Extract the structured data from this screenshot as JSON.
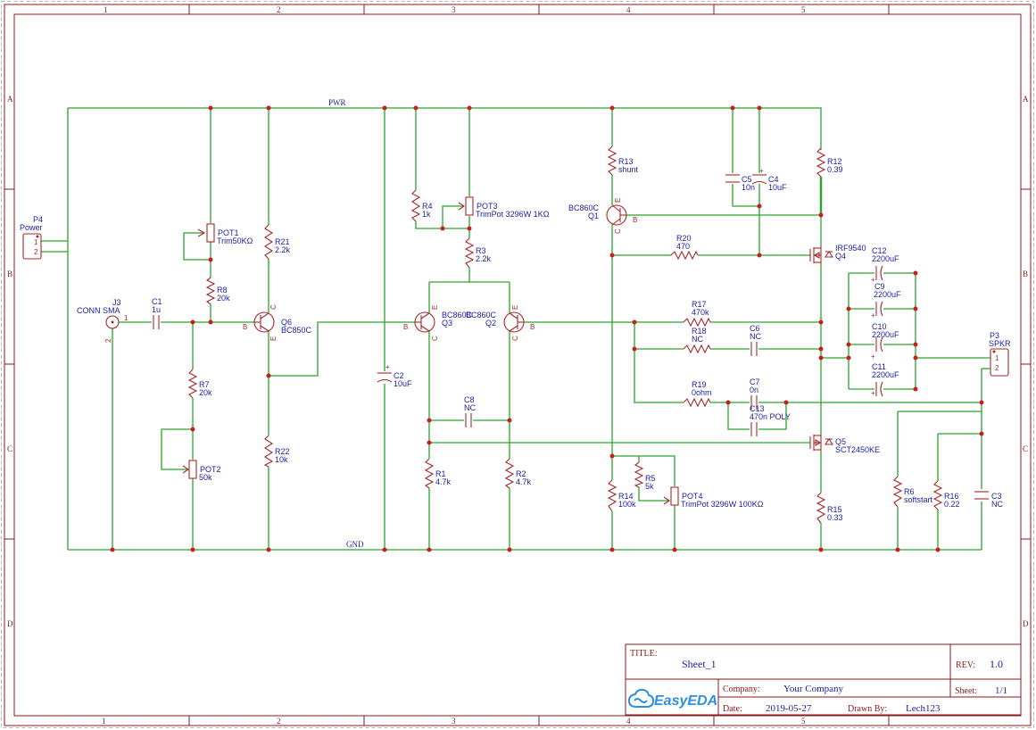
{
  "zones": {
    "cols": [
      "1",
      "2",
      "3",
      "4",
      "5"
    ],
    "rows": [
      "A",
      "B",
      "C",
      "D"
    ]
  },
  "nets": {
    "pwr": "PWR",
    "gnd": "GND"
  },
  "components": {
    "P4": {
      "ref": "P4",
      "value": "Power",
      "pin1": "1",
      "pin2": "2"
    },
    "J3": {
      "ref": "J3",
      "value": "CONN SMA",
      "pin1": "1",
      "pin2": "2"
    },
    "C1": {
      "ref": "C1",
      "value": "1u"
    },
    "POT1": {
      "ref": "POT1",
      "value": "Trim50KΩ"
    },
    "R8": {
      "ref": "R8",
      "value": "20k"
    },
    "R21": {
      "ref": "R21",
      "value": "2.2k"
    },
    "Q6": {
      "ref": "Q6",
      "value": "BC850C",
      "b": "B",
      "c": "C",
      "e": "E"
    },
    "R7": {
      "ref": "R7",
      "value": "20k"
    },
    "POT2": {
      "ref": "POT2",
      "value": "50k"
    },
    "R22": {
      "ref": "R22",
      "value": "10k"
    },
    "C2": {
      "ref": "C2",
      "value": "10uF"
    },
    "R4": {
      "ref": "R4",
      "value": "1k"
    },
    "POT3": {
      "ref": "POT3",
      "value": "TrimPot 3296W 1KΩ"
    },
    "R3": {
      "ref": "R3",
      "value": "2.2k"
    },
    "Q3": {
      "ref": "Q3",
      "value": "BC860C",
      "b": "B",
      "c": "C",
      "e": "E"
    },
    "Q2": {
      "ref": "Q2",
      "value": "BC860C",
      "b": "B",
      "c": "C",
      "e": "E"
    },
    "C8": {
      "ref": "C8",
      "value": "NC"
    },
    "R1": {
      "ref": "R1",
      "value": "4.7k"
    },
    "R2": {
      "ref": "R2",
      "value": "4.7k"
    },
    "R13": {
      "ref": "R13",
      "value": "shunt"
    },
    "Q1": {
      "ref": "Q1",
      "value": "BC860C",
      "b": "B",
      "c": "C",
      "e": "E"
    },
    "C5": {
      "ref": "C5",
      "value": "10n"
    },
    "C4": {
      "ref": "C4",
      "value": "10uF"
    },
    "R12": {
      "ref": "R12",
      "value": "0.39"
    },
    "R20": {
      "ref": "R20",
      "value": "470"
    },
    "Q4": {
      "ref": "Q4",
      "value": "IRF9540"
    },
    "C12": {
      "ref": "C12",
      "value": "2200uF"
    },
    "C9": {
      "ref": "C9",
      "value": "2200uF"
    },
    "C10": {
      "ref": "C10",
      "value": "2200uF"
    },
    "C11": {
      "ref": "C11",
      "value": "2200uF"
    },
    "R17": {
      "ref": "R17",
      "value": "470k"
    },
    "R18": {
      "ref": "R18",
      "value": "NC"
    },
    "C6": {
      "ref": "C6",
      "value": "NC"
    },
    "R19": {
      "ref": "R19",
      "value": "0ohm"
    },
    "C7": {
      "ref": "C7",
      "value": "0n"
    },
    "C13": {
      "ref": "C13",
      "value": "470n POLY"
    },
    "Q5": {
      "ref": "Q5",
      "value": "SCT2450KE"
    },
    "R5": {
      "ref": "R5",
      "value": "5k"
    },
    "POT4": {
      "ref": "POT4",
      "value": "TrimPot 3296W 100KΩ"
    },
    "R14": {
      "ref": "R14",
      "value": "100k"
    },
    "R15": {
      "ref": "R15",
      "value": "0.33"
    },
    "R6": {
      "ref": "R6",
      "value": "softstart"
    },
    "R16": {
      "ref": "R16",
      "value": "0.22"
    },
    "C3": {
      "ref": "C3",
      "value": "NC"
    },
    "P3": {
      "ref": "P3",
      "value": "SPKR",
      "pin1": "1",
      "pin2": "2"
    }
  },
  "title_block": {
    "title_label": "TITLE:",
    "title_value": "Sheet_1",
    "rev_label": "REV:",
    "rev_value": "1.0",
    "company_label": "Company:",
    "company_value": "Your Company",
    "sheet_label": "Sheet:",
    "sheet_value": "1/1",
    "date_label": "Date:",
    "date_value": "2019-05-27",
    "drawn_label": "Drawn By:",
    "drawn_value": "Lech123",
    "logo_text": "EasyEDA"
  },
  "colors": {
    "frame": "#8b1a1a",
    "wire": "#2ba52b",
    "component": "#a52828",
    "junction": "#c81e1e",
    "label": "#1c1ca6"
  }
}
